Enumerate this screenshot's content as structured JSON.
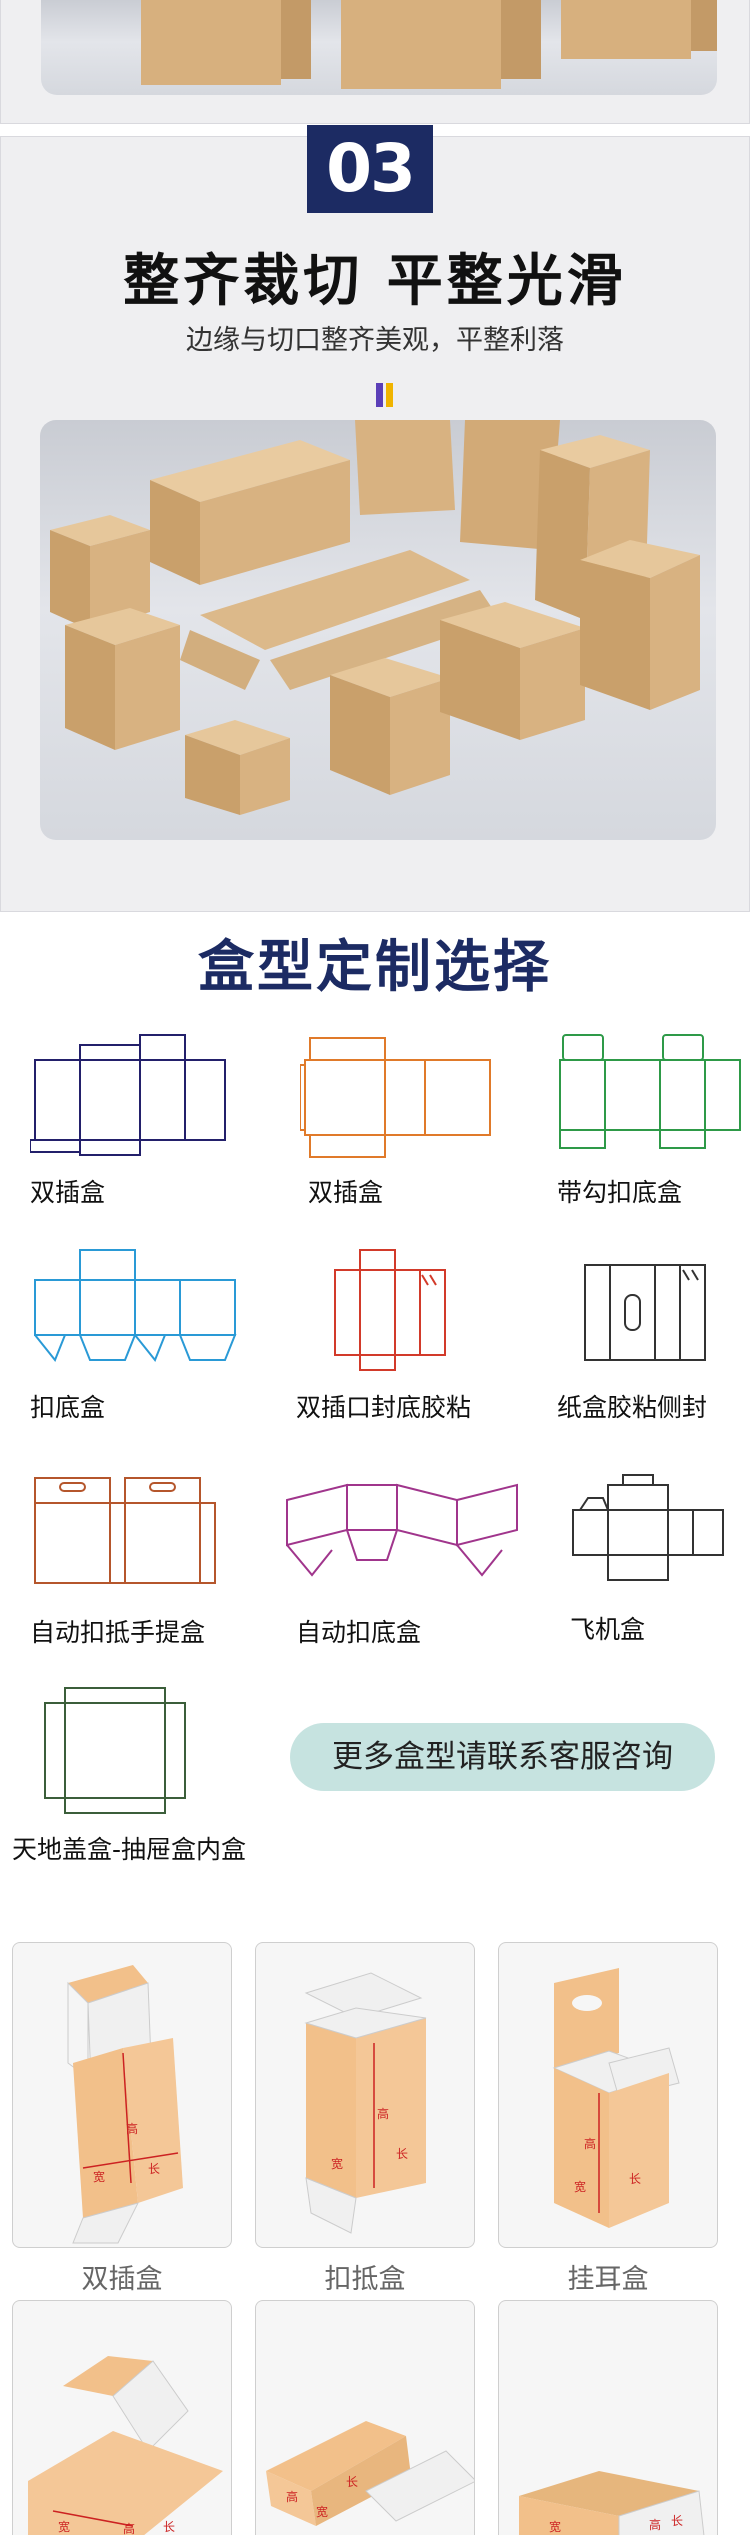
{
  "feature": {
    "number": "03",
    "title": "整齐裁切 平整光滑",
    "subtitle": "边缘与切口整齐美观，平整利落",
    "accent_colors": [
      "#5b3fb8",
      "#f0b400"
    ]
  },
  "box_types": {
    "title": "盒型定制选择",
    "items": [
      {
        "label": "双插盒",
        "color": "#23206b"
      },
      {
        "label": "双插盒",
        "color": "#e07a2a"
      },
      {
        "label": "带勾扣底盒",
        "color": "#2e9a48"
      },
      {
        "label": "扣底盒",
        "color": "#2a9ad6"
      },
      {
        "label": "双插口封底胶粘",
        "color": "#d23a2a"
      },
      {
        "label": "纸盒胶粘侧封",
        "color": "#333333"
      },
      {
        "label": "自动扣抵手提盒",
        "color": "#b5562c"
      },
      {
        "label": "自动扣底盒",
        "color": "#a0358c"
      },
      {
        "label": "飞机盒",
        "color": "#333333"
      },
      {
        "label": "天地盖盒-抽屉盒内盒",
        "color": "#3b5e3a"
      }
    ],
    "contact": "更多盒型请联系客服咨询"
  },
  "illustrations": {
    "labels": [
      "双插盒",
      "扣抵盒",
      "挂耳盒"
    ],
    "dimensions": {
      "height": "高",
      "length": "长",
      "width": "宽"
    }
  },
  "colors": {
    "navy": "#1c2b63",
    "kraft": "#f2c08a",
    "pill": "#c6e3e0"
  }
}
